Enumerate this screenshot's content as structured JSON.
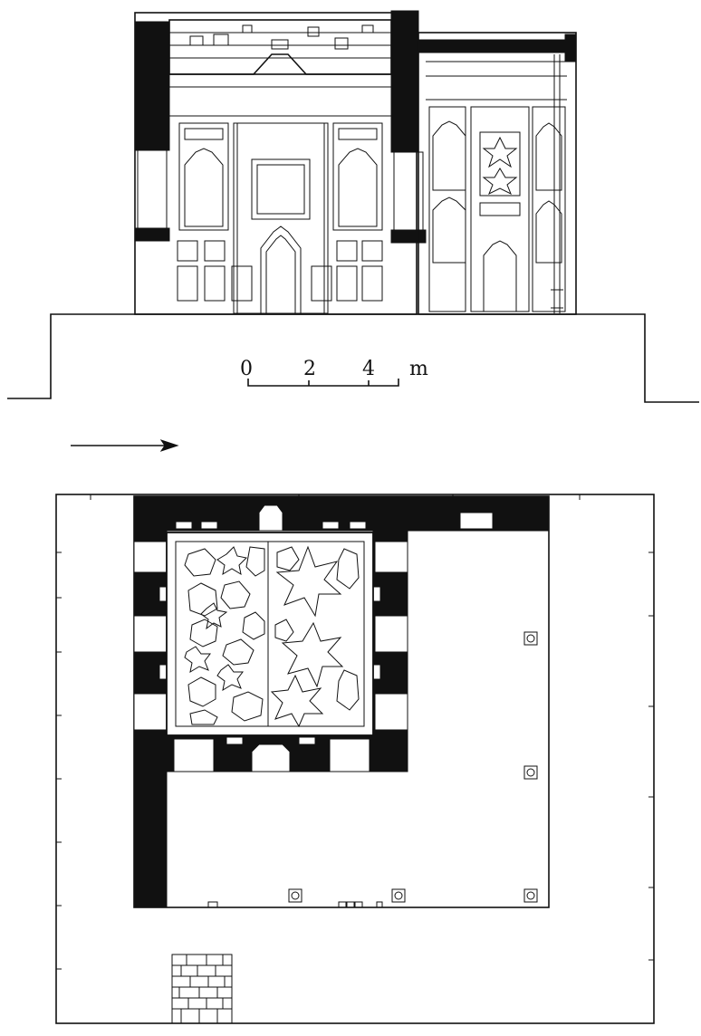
{
  "scale_bar": {
    "ticks": [
      "0",
      "2",
      "4"
    ],
    "unit": "m"
  },
  "views": {
    "elevation": "section-elevation",
    "plan": "floor-plan"
  },
  "north_arrow": "arrow-right-icon",
  "ink_color": "#111111",
  "paper_color": "#ffffff"
}
